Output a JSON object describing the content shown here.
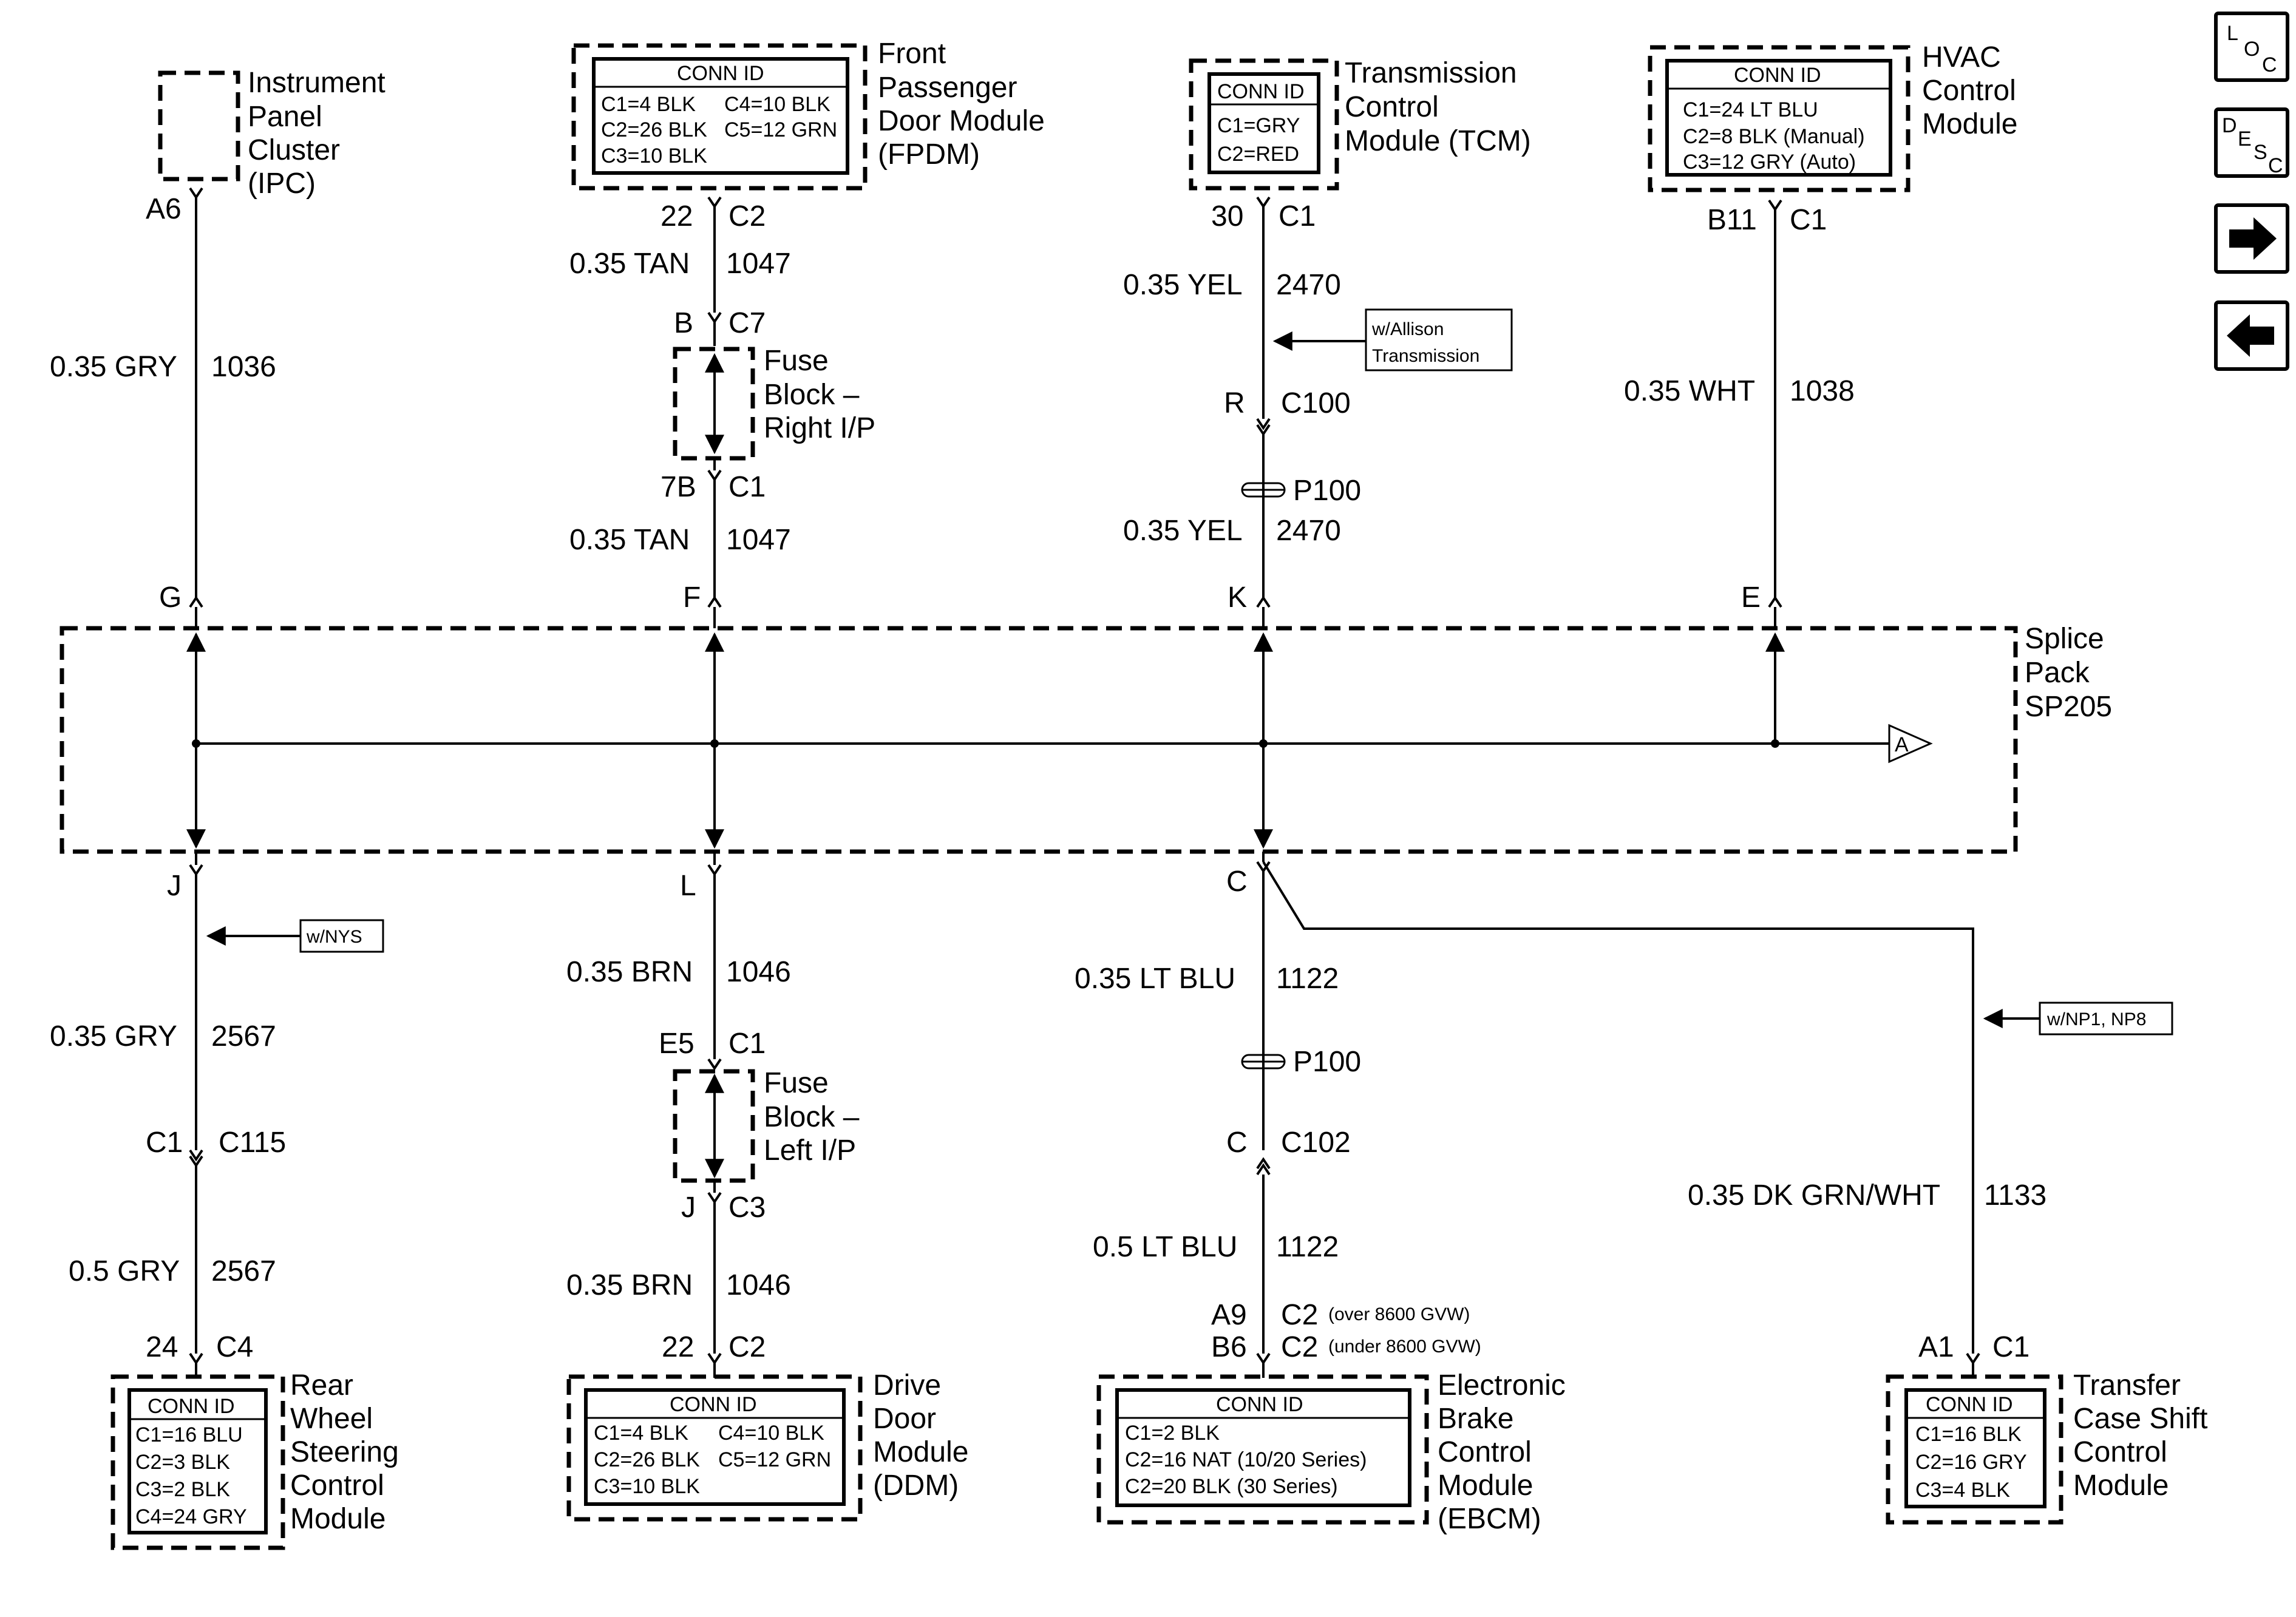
{
  "nav": {
    "loc": {
      "a": "L",
      "b": "O",
      "c": "C"
    },
    "desc": {
      "a": "D",
      "b": "E",
      "c": "S",
      "d": "C"
    },
    "next_glyph": "➡",
    "prev_glyph": "⬅"
  },
  "top_modules": {
    "ipc": {
      "name_lines": [
        "Instrument",
        "Panel",
        "Cluster",
        "(IPC)"
      ],
      "pin": "A6",
      "wire1": {
        "size": "0.35 GRY",
        "circuit": "1036"
      },
      "splice_pin": "G"
    },
    "fpdm": {
      "name_lines": [
        "Front",
        "Passenger",
        "Door Module",
        "(FPDM)"
      ],
      "conn_title": "CONN ID",
      "conn_left": [
        "C1=4 BLK",
        "C2=26 BLK",
        "C3=10 BLK"
      ],
      "conn_right": [
        "C4=10 BLK",
        "C5=12 GRN"
      ],
      "pin": "22",
      "conn": "C2",
      "wire1": {
        "size": "0.35 TAN",
        "circuit": "1047"
      },
      "fuse_in_pin": "B",
      "fuse_in_conn": "C7",
      "fuse_lines": [
        "Fuse",
        "Block –",
        "Right I/P"
      ],
      "fuse_out_pin": "7B",
      "fuse_out_conn": "C1",
      "wire2": {
        "size": "0.35 TAN",
        "circuit": "1047"
      },
      "splice_pin": "F"
    },
    "tcm": {
      "name_lines": [
        "Transmission",
        "Control",
        "Module (TCM)"
      ],
      "conn_title": "CONN ID",
      "conn_rows": [
        "C1=GRY",
        "C2=RED"
      ],
      "pin": "30",
      "conn": "C1",
      "wire1": {
        "size": "0.35 YEL",
        "circuit": "2470"
      },
      "option_lines": [
        "w/Allison",
        "Transmission"
      ],
      "inline_pin": "R",
      "inline_conn": "C100",
      "splice_label": "P100",
      "wire2": {
        "size": "0.35 YEL",
        "circuit": "2470"
      },
      "splice_pin": "K"
    },
    "hvac": {
      "name_lines": [
        "HVAC",
        "Control",
        "Module"
      ],
      "conn_title": "CONN ID",
      "conn_rows": [
        "C1=24 LT BLU",
        "C2=8 BLK (Manual)",
        "C3=12 GRY (Auto)"
      ],
      "pin": "B11",
      "conn": "C1",
      "wire1": {
        "size": "0.35 WHT",
        "circuit": "1038"
      },
      "splice_pin": "E"
    }
  },
  "splice_pack": {
    "name_lines": [
      "Splice",
      "Pack",
      "SP205"
    ],
    "ref": "A"
  },
  "bottom_modules": {
    "rws": {
      "splice_pin": "J",
      "option": "w/NYS",
      "wire1": {
        "size": "0.35 GRY",
        "circuit": "2567"
      },
      "inline_pin": "C1",
      "inline_conn": "C115",
      "wire2": {
        "size": "0.5 GRY",
        "circuit": "2567"
      },
      "pin": "24",
      "conn": "C4",
      "conn_title": "CONN ID",
      "conn_rows": [
        "C1=16 BLU",
        "C2=3 BLK",
        "C3=2 BLK",
        "C4=24 GRY"
      ],
      "name_lines": [
        "Rear",
        "Wheel",
        "Steering",
        "Control",
        "Module"
      ]
    },
    "ddm": {
      "splice_pin": "L",
      "wire1": {
        "size": "0.35 BRN",
        "circuit": "1046"
      },
      "fuse_in_pin": "E5",
      "fuse_in_conn": "C1",
      "fuse_lines": [
        "Fuse",
        "Block –",
        "Left I/P"
      ],
      "fuse_out_pin": "J",
      "fuse_out_conn": "C3",
      "wire2": {
        "size": "0.35 BRN",
        "circuit": "1046"
      },
      "pin": "22",
      "conn": "C2",
      "conn_title": "CONN ID",
      "conn_left": [
        "C1=4 BLK",
        "C2=26 BLK",
        "C3=10 BLK"
      ],
      "conn_right": [
        "C4=10 BLK",
        "C5=12 GRN"
      ],
      "name_lines": [
        "Drive",
        "Door",
        "Module",
        "(DDM)"
      ]
    },
    "ebcm": {
      "splice_pin": "C",
      "wire1": {
        "size": "0.35 LT BLU",
        "circuit": "1122"
      },
      "splice_label": "P100",
      "inline_pin": "C",
      "inline_conn": "C102",
      "wire2": {
        "size": "0.5 LT BLU",
        "circuit": "1122"
      },
      "pin_a": "A9",
      "conn_a": "C2",
      "note_a": "(over 8600 GVW)",
      "pin_b": "B6",
      "conn_b": "C2",
      "note_b": "(under 8600 GVW)",
      "conn_title": "CONN ID",
      "conn_rows": [
        "C1=2 BLK",
        "C2=16 NAT (10/20 Series)",
        "C2=20 BLK (30 Series)"
      ],
      "name_lines": [
        "Electronic",
        "Brake",
        "Control",
        "Module",
        "(EBCM)"
      ]
    },
    "tcsc": {
      "option": "w/NP1, NP8",
      "wire1": {
        "size": "0.35 DK GRN/WHT",
        "circuit": "1133"
      },
      "pin": "A1",
      "conn": "C1",
      "conn_title": "CONN ID",
      "conn_rows": [
        "C1=16 BLK",
        "C2=16 GRY",
        "C3=4 BLK"
      ],
      "name_lines": [
        "Transfer",
        "Case Shift",
        "Control",
        "Module"
      ]
    }
  }
}
